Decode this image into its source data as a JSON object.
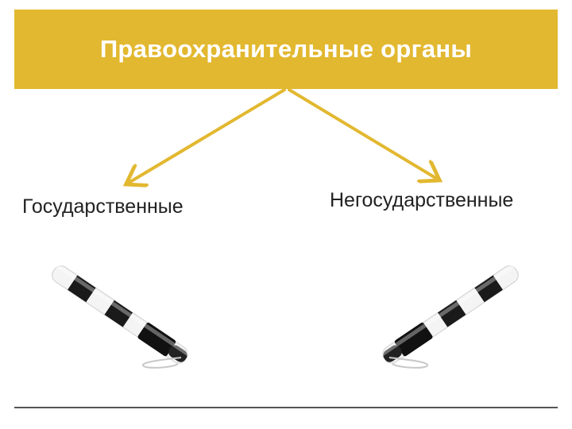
{
  "header": {
    "title": "Правоохранительные органы"
  },
  "branches": [
    {
      "label": "Государственные",
      "icon": "police-baton-icon"
    },
    {
      "label": "Негосударственные",
      "icon": "police-baton-icon"
    }
  ],
  "colors": {
    "header_bg": "#e2b830",
    "header_text": "#ffffff",
    "arrow": "#e2b830",
    "baton_dark": "#1a1a1a",
    "baton_light": "#f4f4f4"
  }
}
